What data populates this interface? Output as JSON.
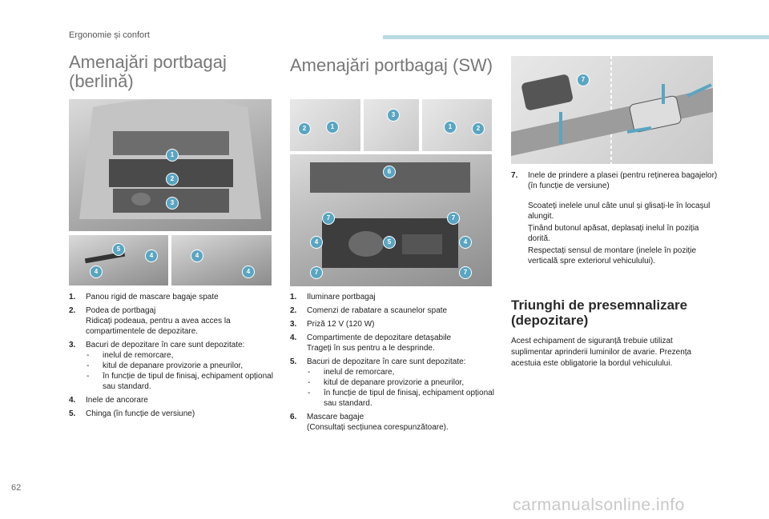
{
  "header": {
    "section_label": "Ergonomie și confort"
  },
  "left": {
    "title_line1": "Amenajări portbagaj",
    "title_line2": "(berlină)",
    "badges": [
      "1",
      "2",
      "3",
      "5",
      "4",
      "4",
      "4",
      "4"
    ],
    "items": [
      {
        "num": "1.",
        "text": "Panou rigid de mascare bagaje spate"
      },
      {
        "num": "2.",
        "text": "Podea de portbagaj",
        "sub": "Ridicați podeaua, pentru a avea acces la compartimentele de depozitare."
      },
      {
        "num": "3.",
        "text": "Bacuri de depozitare în care sunt depozitate:",
        "dashes": [
          "inelul de remorcare,",
          "kitul de depanare provizorie a pneurilor,",
          "în funcție de tipul de finisaj, echipament opțional sau standard."
        ]
      },
      {
        "num": "4.",
        "text": "Inele de ancorare"
      },
      {
        "num": "5.",
        "text": "Chinga (în funcție de versiune)"
      }
    ]
  },
  "middle": {
    "title": "Amenajări portbagaj (SW)",
    "badges": [
      "2",
      "1",
      "3",
      "1",
      "2",
      "6",
      "7",
      "7",
      "4",
      "5",
      "4",
      "7",
      "7"
    ],
    "items": [
      {
        "num": "1.",
        "text": "Iluminare portbagaj"
      },
      {
        "num": "2.",
        "text": "Comenzi de rabatare a scaunelor spate"
      },
      {
        "num": "3.",
        "text": "Priză 12 V (120 W)"
      },
      {
        "num": "4.",
        "text": "Compartimente de depozitare detașabile",
        "sub": "Trageți în sus pentru a le desprinde."
      },
      {
        "num": "5.",
        "text": "Bacuri de depozitare în care sunt depozitate:",
        "dashes": [
          "inelul de remorcare,",
          "kitul de depanare provizorie a pneurilor,",
          "în funcție de tipul de finisaj, echipament opțional sau standard."
        ]
      },
      {
        "num": "6.",
        "text": "Mascare bagaje",
        "sub": "(Consultați secțiunea corespunzătoare)."
      }
    ]
  },
  "right": {
    "badge": "7",
    "item7_num": "7.",
    "item7_text": "Inele de prindere a plasei (pentru reținerea bagajelor) (în funcție de versiune)",
    "bullet_glyph": "",
    "bullets": [
      "Scoateți inelele unul câte unul și glisați-le în locașul alungit.",
      "Ținând butonul apăsat, deplasați inelul în poziția dorită.",
      "Respectați sensul de montare (inelele în poziție verticală spre exteriorul vehiculului)."
    ],
    "triangle_title_line1": "Triunghi de presemnalizare",
    "triangle_title_line2": "(depozitare)",
    "triangle_text": "Acest echipament de siguranță trebuie utilizat suplimentar aprinderii luminilor de avarie. Prezența acestuia este obligatorie la bordul vehiculului."
  },
  "footer": {
    "page_number": "62",
    "watermark": "carmanualsonline.info"
  },
  "colors": {
    "badge": "#5aa5c2",
    "topbar": "#b9dbe3"
  }
}
